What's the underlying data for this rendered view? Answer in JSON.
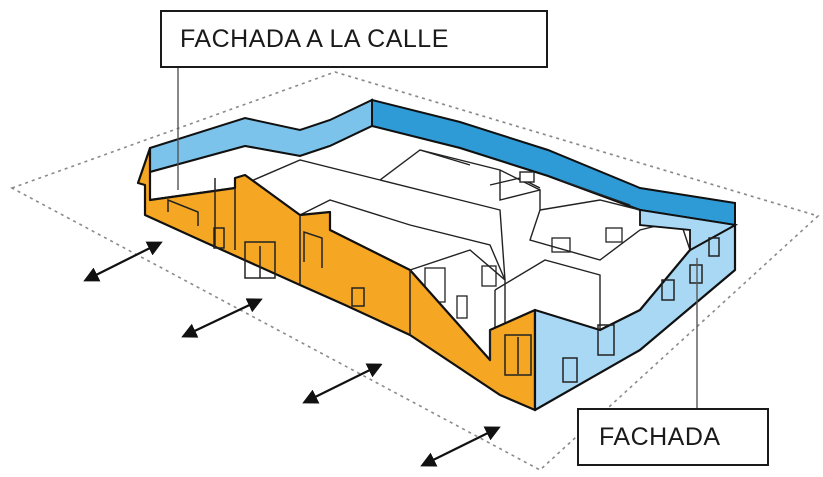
{
  "labels": {
    "street_facade": "FACHADA A LA CALLE",
    "facade": "FACHADA"
  },
  "colors": {
    "street_facade_fill": "#F5A623",
    "side_facade_fill": "#A9D8F5",
    "back_facade_fill": "#2E9AD6",
    "back_facade_light": "#7CC3EC",
    "outline": "#111111",
    "roof": "#ffffff",
    "site_boundary": "#888888",
    "arrow": "#111111"
  },
  "arrows": {
    "count": 4,
    "meaning": "street-access-arrow"
  }
}
